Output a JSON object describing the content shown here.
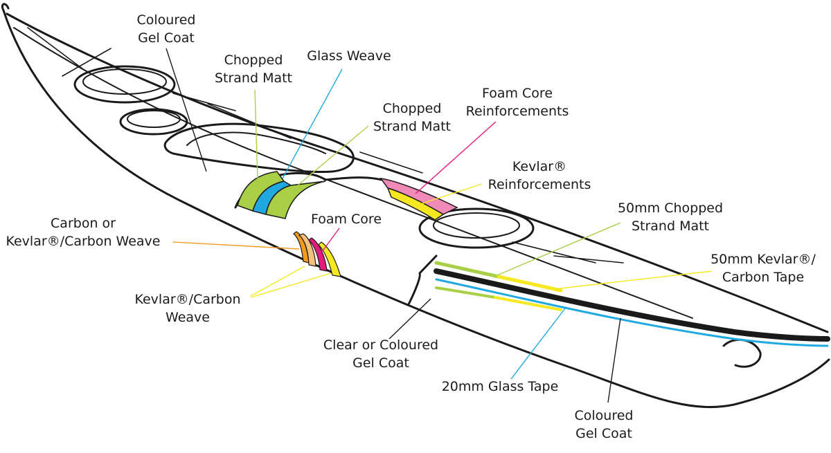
{
  "labels": {
    "coloured_gel_coat_top": [
      "Coloured",
      "Gel Coat"
    ],
    "chopped_strand_matt_1": [
      "Chopped",
      "Strand Matt"
    ],
    "glass_weave": [
      "Glass Weave"
    ],
    "chopped_strand_matt_2": [
      "Chopped",
      "Strand Matt"
    ],
    "foam_core_reinforcements": [
      "Foam Core",
      "Reinforcements"
    ],
    "kevlar_reinforcements": [
      "Kevlar®",
      "Reinforcements"
    ],
    "carbon_or_kevlar_carbon_weave": [
      "Carbon or",
      "Kevlar®/Carbon Weave"
    ],
    "foam_core": [
      "Foam Core"
    ],
    "kevlar_carbon_weave": [
      "Kevlar®/Carbon",
      "Weave"
    ],
    "clear_or_coloured_gel_coat": [
      "Clear or Coloured",
      "Gel Coat"
    ],
    "chopped_strand_matt_50mm": [
      "50mm Chopped",
      "Strand Matt"
    ],
    "kevlar_carbon_tape_50mm": [
      "50mm Kevlar®/",
      "Carbon Tape"
    ],
    "glass_tape_20mm": [
      "20mm Glass Tape"
    ],
    "coloured_gel_coat_bottom": [
      "Coloured",
      "Gel Coat"
    ]
  },
  "colors": {
    "outline": "#1a1a1a",
    "green": "#a8cf45",
    "cyan": "#1fa9e1",
    "magenta": "#e4197a",
    "pink": "#f08bb8",
    "yellow": "#f5e821",
    "orange": "#f39a1e",
    "light_orange": "#f7c07a"
  }
}
